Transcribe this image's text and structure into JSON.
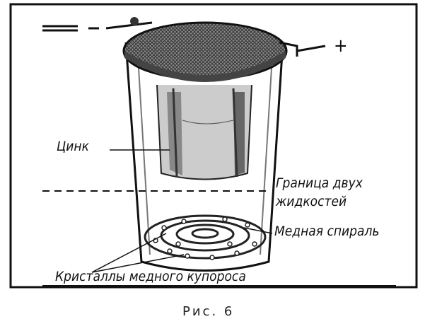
{
  "labels": {
    "zinc": "Цинк",
    "boundary_line1": "Граница двух",
    "boundary_line2": "жидкостей",
    "copper_spiral": "Медная спираль",
    "crystals": "Кристаллы медного купороса",
    "minus": "—",
    "plus": "+",
    "caption": "Рис. 6"
  }
}
